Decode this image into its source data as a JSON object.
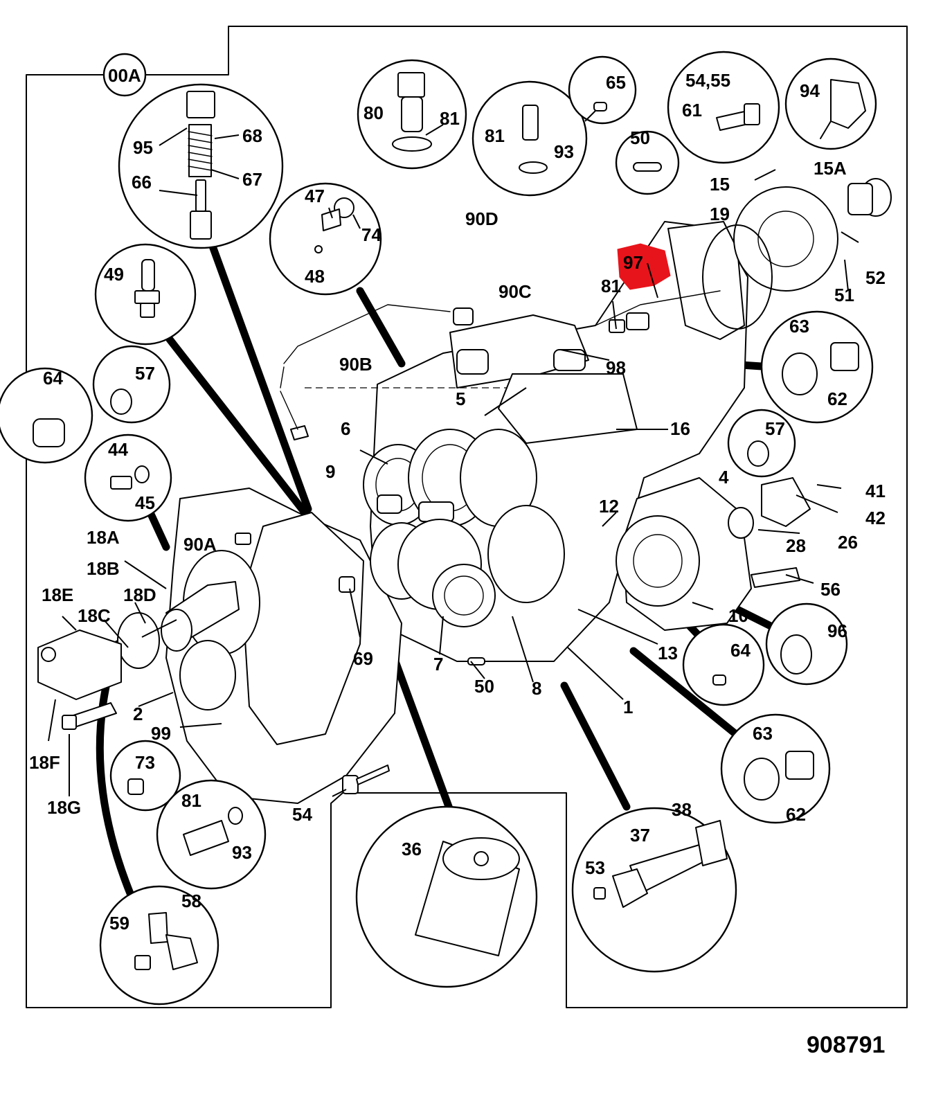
{
  "drawing_number": "908791",
  "highlight_color": "#e8141b",
  "highlighted_part": "97",
  "reference": "00A",
  "labels": {
    "p95": "95",
    "p68": "68",
    "p67": "67",
    "p66": "66",
    "p47": "47",
    "p74": "74",
    "p48": "48",
    "p80": "80",
    "p81a": "81",
    "p81b": "81",
    "p93a": "93",
    "p90d": "90D",
    "p90c": "90C",
    "p90b": "90B",
    "p90a": "90A",
    "p65": "65",
    "p50a": "50",
    "p5455": "54,55",
    "p61": "61",
    "p94": "94",
    "p15": "15",
    "p15a": "15A",
    "p19": "19",
    "p52": "52",
    "p51": "51",
    "p97": "97",
    "p81c": "81",
    "p98": "98",
    "p63a": "63",
    "p62a": "62",
    "p49": "49",
    "p64a": "64",
    "p57a": "57",
    "p44": "44",
    "p45": "45",
    "p16": "16",
    "p57b": "57",
    "p5": "5",
    "p6": "6",
    "p9": "9",
    "p4": "4",
    "p41": "41",
    "p42": "42",
    "p12": "12",
    "p26": "26",
    "p28": "28",
    "p56": "56",
    "p10": "10",
    "p96": "96",
    "p13": "13",
    "p64b": "64",
    "p18a": "18A",
    "p18b": "18B",
    "p18d": "18D",
    "p18e": "18E",
    "p18c": "18C",
    "p69": "69",
    "p7": "7",
    "p50b": "50",
    "p8": "8",
    "p1": "1",
    "p2": "2",
    "p99": "99",
    "p18f": "18F",
    "p18g": "18G",
    "p73": "73",
    "p81d": "81",
    "p93b": "93",
    "p54": "54",
    "p63b": "63",
    "p62b": "62",
    "p36": "36",
    "p38": "38",
    "p37": "37",
    "p53": "53",
    "p58": "58",
    "p59": "59"
  }
}
